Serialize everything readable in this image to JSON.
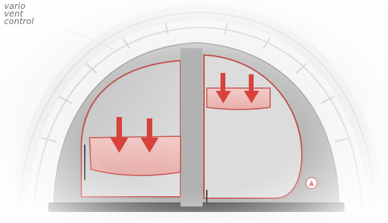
{
  "caption": {
    "line1": "vario",
    "line2": "vent",
    "line3": "control"
  },
  "colors": {
    "arrow": "#d8423c",
    "vent_panel": "#f0b8b5",
    "tent_fabric": "#bdbdbd",
    "tent_interior": "#d8d8d8",
    "frame": "#e4e4e4",
    "floor": "#4b4b4b"
  },
  "icons": [
    "logo-badge-icon"
  ]
}
